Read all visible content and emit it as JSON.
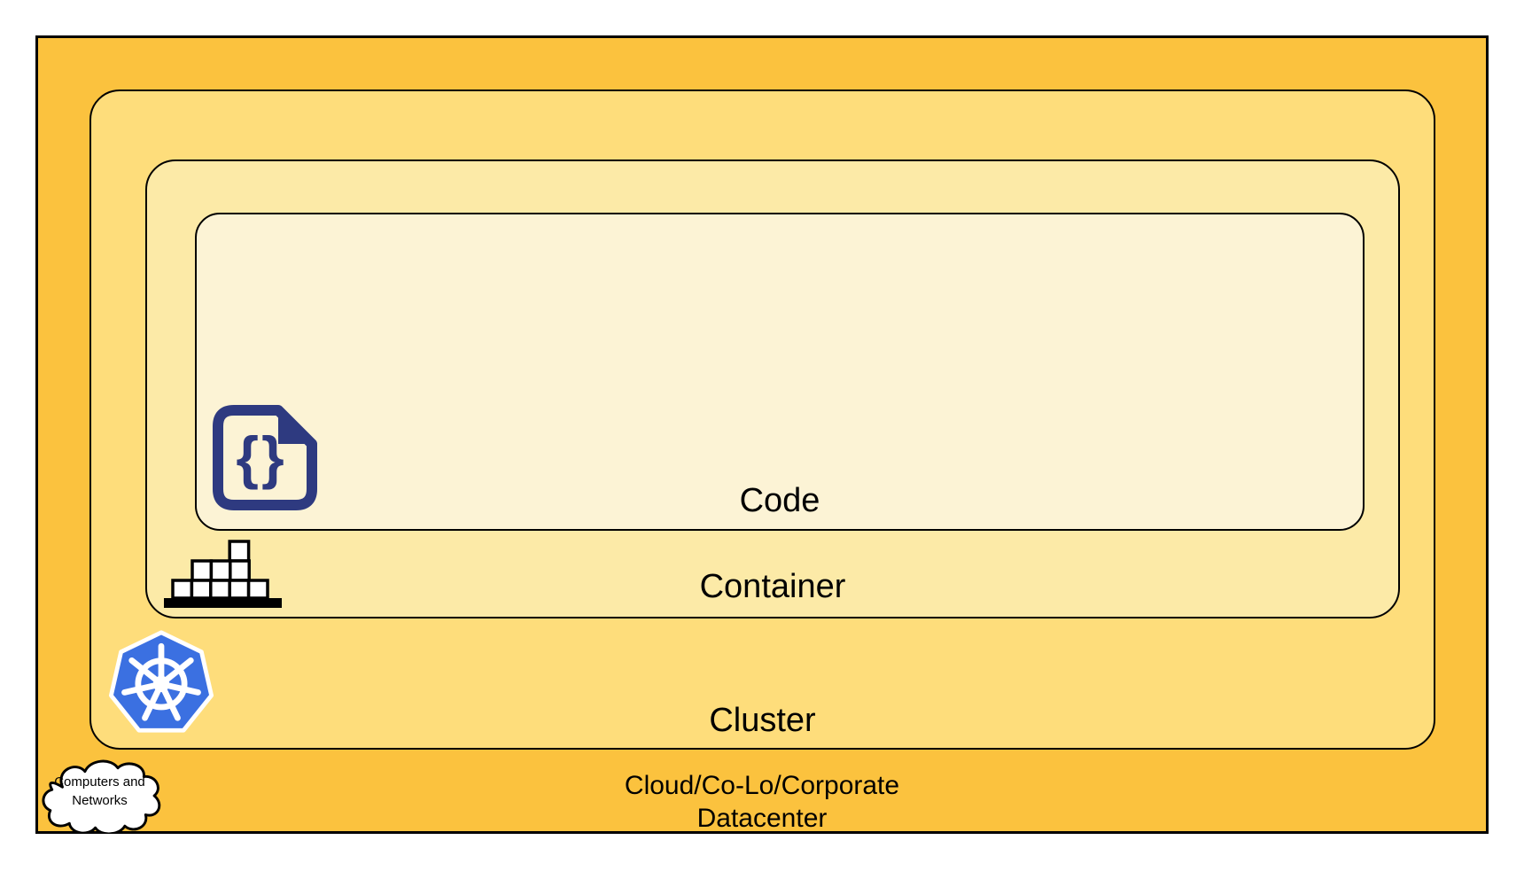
{
  "layers": {
    "code": {
      "label": "Code"
    },
    "container": {
      "label": "Container"
    },
    "cluster": {
      "label": "Cluster"
    },
    "datacenter": {
      "label_line1": "Cloud/Co-Lo/Corporate",
      "label_line2": "Datacenter"
    }
  },
  "cloud_badge": {
    "line1": "Computers and",
    "line2": "Networks"
  },
  "icons": {
    "code": "code-file-icon",
    "container": "container-stack-icon",
    "cluster": "kubernetes-icon",
    "datacenter": "computers-networks-cloud-icon"
  },
  "colors": {
    "datacenter_bg": "#fbc23e",
    "cluster_bg": "#fedd7b",
    "container_bg": "#fceaa7",
    "code_bg": "#fcf3d5",
    "outline": "#000000",
    "code_icon_navy": "#2e3a80",
    "kubernetes_blue": "#3b70e1",
    "cloud_badge_fill": "#ffffff",
    "label_text": "#000000"
  }
}
